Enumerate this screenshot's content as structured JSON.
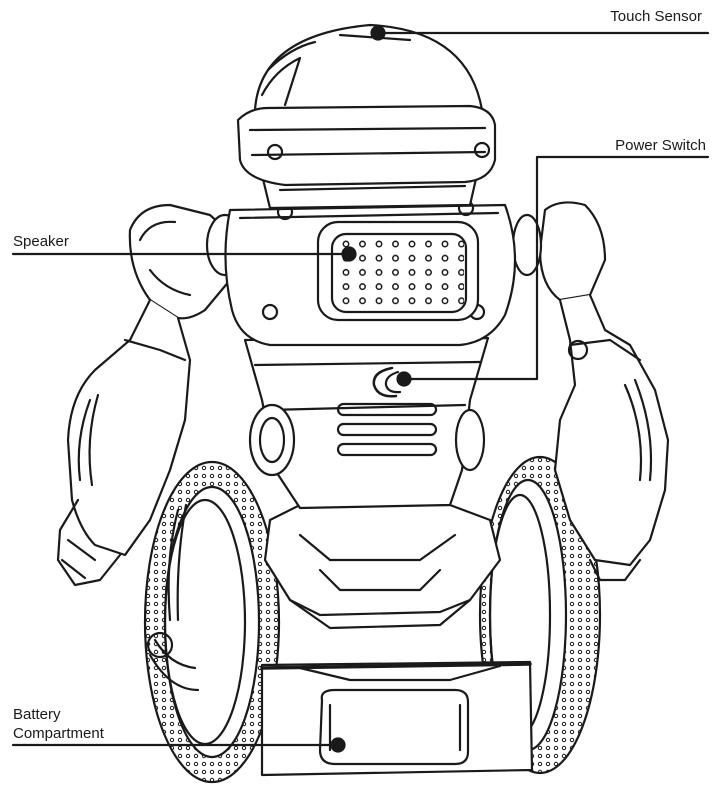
{
  "callouts": {
    "touch_sensor": "Touch Sensor",
    "power_switch": "Power Switch",
    "speaker": "Speaker",
    "battery_line1": "Battery",
    "battery_line2": "Compartment"
  },
  "colors": {
    "line": "#1a1a1a",
    "background": "#ffffff"
  }
}
